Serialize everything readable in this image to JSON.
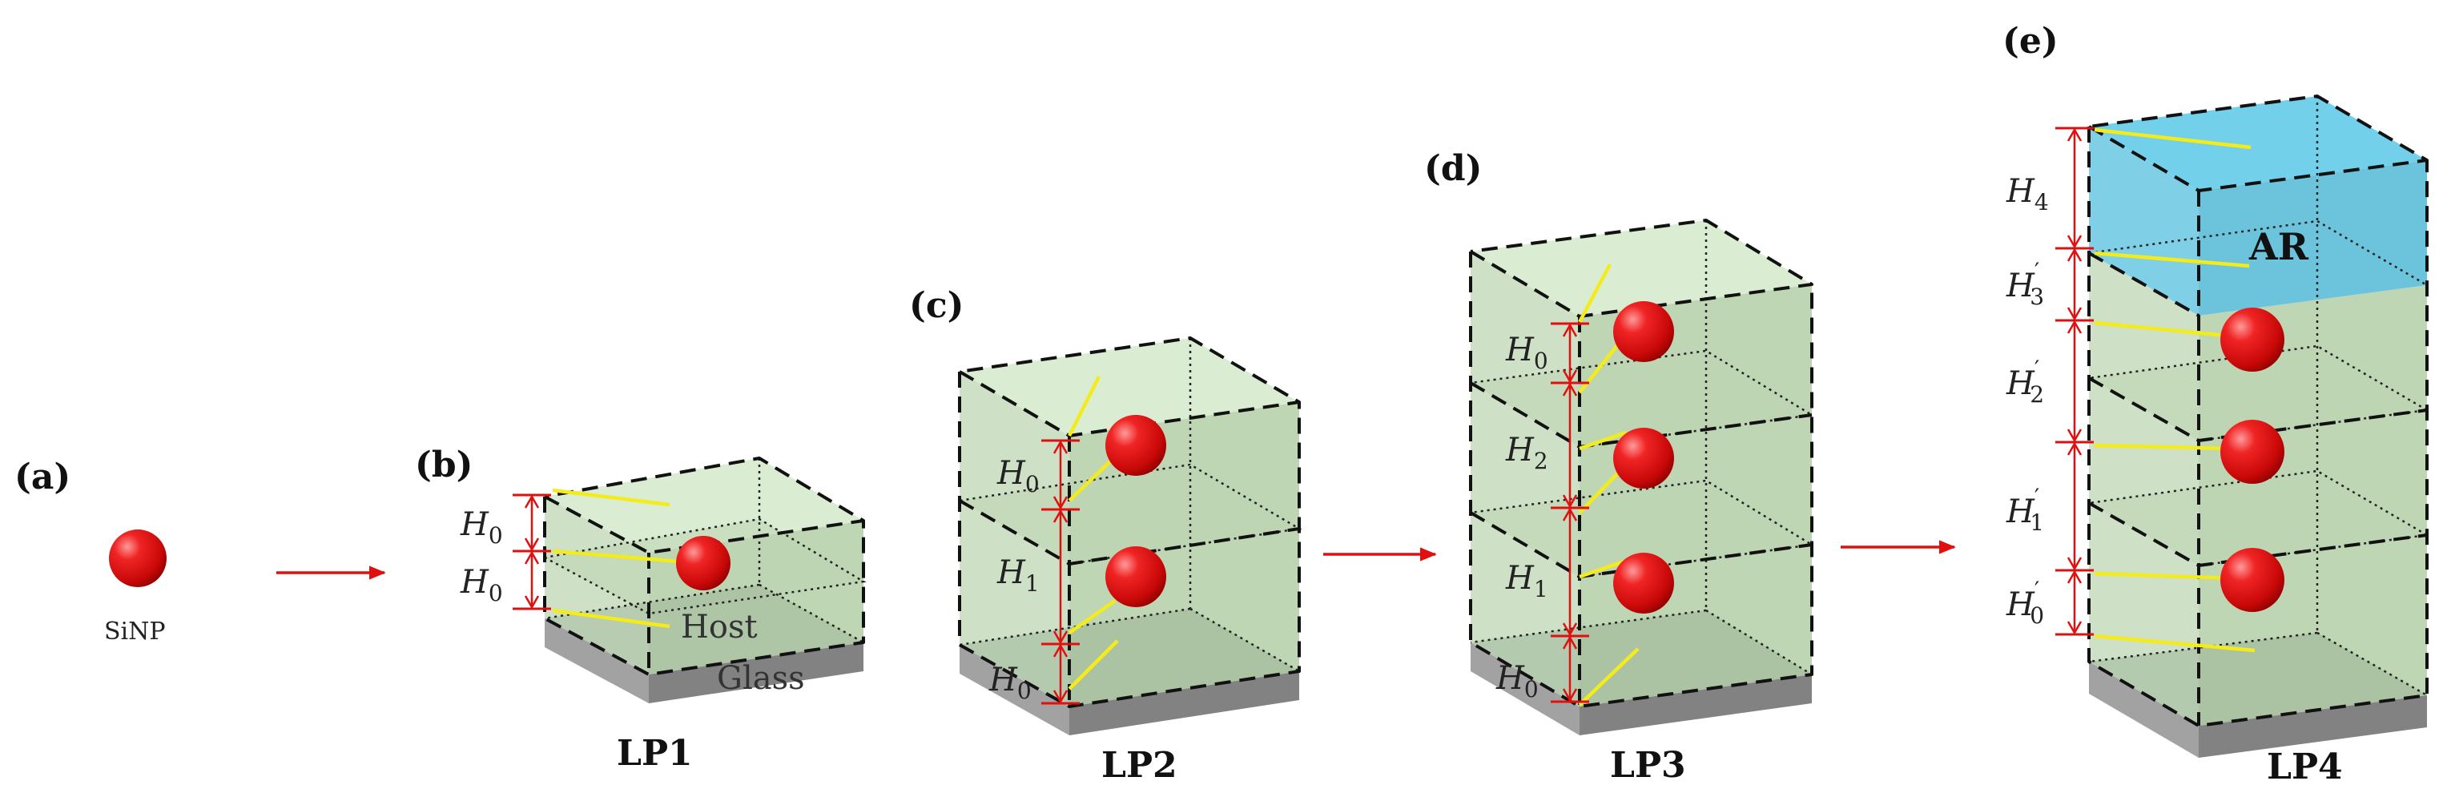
{
  "panels": {
    "a": {
      "letter": "(a)",
      "particle_label": "SiNP"
    },
    "b": {
      "letter": "(b)",
      "lp": "LP1",
      "host_label": "Host",
      "glass_label": "Glass"
    },
    "c": {
      "letter": "(c)",
      "lp": "LP2"
    },
    "d": {
      "letter": "(d)",
      "lp": "LP3"
    },
    "e": {
      "letter": "(e)",
      "lp": "LP4",
      "ar_label": "AR"
    }
  },
  "heights": {
    "symbol": "H",
    "prime": "′",
    "sub0": "0",
    "sub1": "1",
    "sub2": "2",
    "sub3": "3",
    "sub4": "4"
  },
  "colors": {
    "particle": "#e51414",
    "host": "#c6dcbc",
    "glass": "#a2a2a2",
    "ar_layer": "#7fcfe6",
    "dimension": "#e01010",
    "ray": "#f4ec1a"
  }
}
